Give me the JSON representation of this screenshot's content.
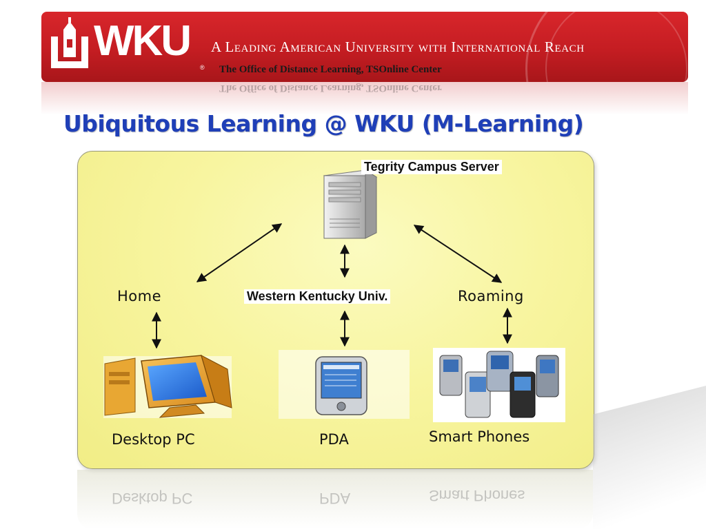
{
  "header": {
    "logo_text": "WKU",
    "tagline": "A Leading American University with International Reach",
    "office_line": "The Office of Distance Learning, TSOnline Center"
  },
  "title": "Ubiquitous Learning @ WKU (M-Learning)",
  "diagram": {
    "server_label": "Tegrity Campus Server",
    "hub_label": "Western Kentucky Univ.",
    "home_label": "Home",
    "roaming_label": "Roaming",
    "devices": {
      "desktop_label": "Desktop PC",
      "pda_label": "PDA",
      "phones_label": "Smart Phones"
    }
  },
  "icons": [
    "wku-tower-logo",
    "server-tower-icon",
    "desktop-pc-icon",
    "pda-icon",
    "smart-phone-icon",
    "double-arrow"
  ],
  "colors": {
    "banner_red": "#c41d22",
    "title_blue": "#1f3fb7",
    "panel_yellow": "#f8f5a0"
  }
}
